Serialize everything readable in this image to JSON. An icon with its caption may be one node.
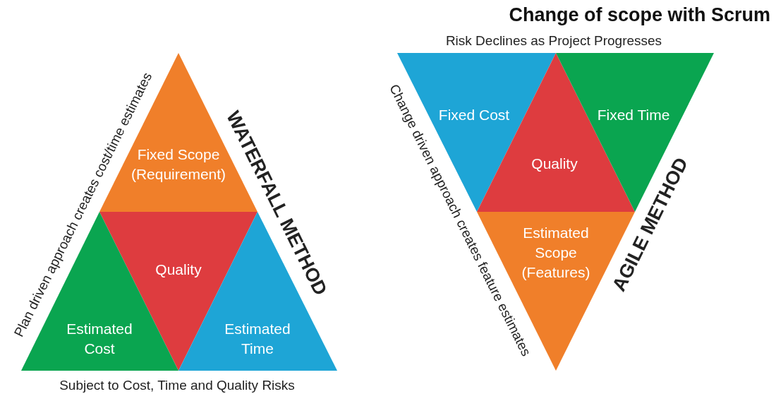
{
  "diagram": {
    "title": "Change of scope with Scrum",
    "nodes": [
      {
        "text": [
          "Fixed Scope (Requirement)"
        ]
      },
      {
        "text": [
          "Quality"
        ]
      },
      {
        "text": [
          "Estimated Cost"
        ]
      },
      {
        "text": [
          "Estimated Time"
        ]
      },
      {
        "text": [
          "Fixed Cost"
        ]
      },
      {
        "text": [
          "Quality"
        ]
      },
      {
        "text": [
          "Fixed Time"
        ]
      },
      {
        "text": [
          "Estimated Scope (Features)"
        ]
      }
    ],
    "edges": [],
    "labels": [
      "Risk Declines as Project Progresses",
      "Plan driven approach creates cost/time estimates",
      "WATERFALL METHOD",
      "Change driven approach creates feature estimates",
      "AGILE METHOD",
      "Subject to Cost, Time and Quality Risks"
    ]
  }
}
